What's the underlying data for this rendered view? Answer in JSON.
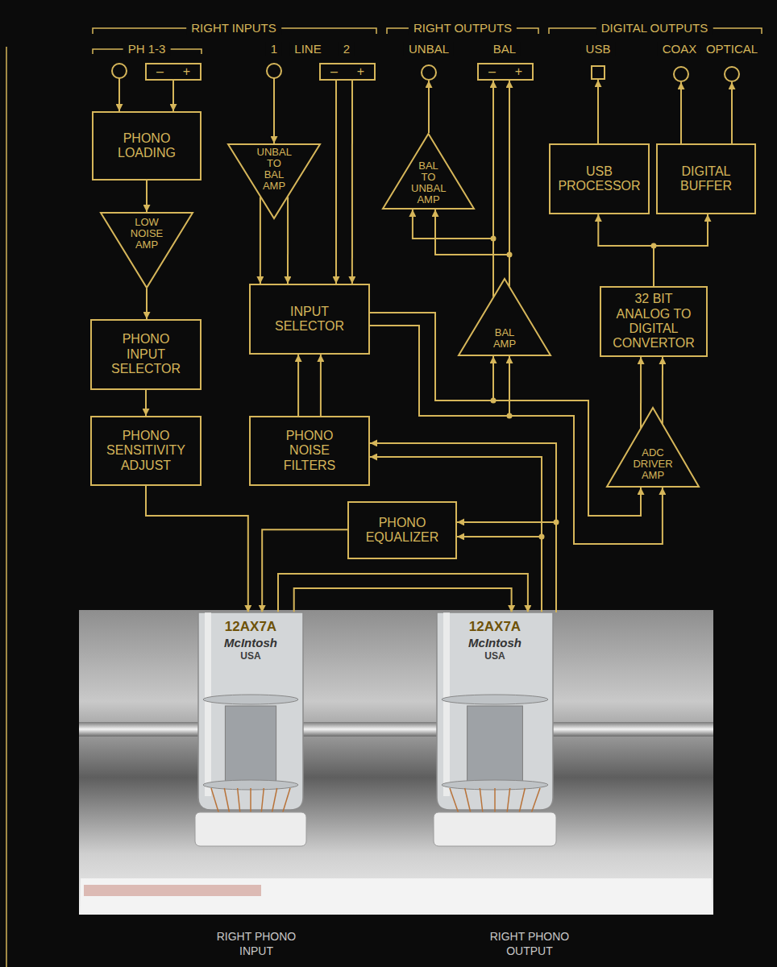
{
  "diagram": {
    "nodes": [
      {
        "text": [
          "–",
          "+"
        ]
      },
      {
        "text": [
          "PHONO LOADING"
        ]
      },
      {
        "text": [
          "LOW NOISE AMP"
        ]
      },
      {
        "text": [
          "PHONO INPUT SELECTOR"
        ]
      },
      {
        "text": [
          "PHONO SENSITIVITY ADJUST"
        ]
      },
      {
        "text": [
          "UNBAL TO BAL AMP"
        ]
      },
      {
        "text": [
          "–",
          "+"
        ]
      },
      {
        "text": [
          "INPUT SELECTOR"
        ]
      },
      {
        "text": [
          "PHONO NOISE FILTERS"
        ]
      },
      {
        "text": [
          "PHONO EQUALIZER"
        ]
      },
      {
        "text": [
          "BAL TO UNBAL AMP"
        ]
      },
      {
        "text": [
          "–",
          "+"
        ]
      },
      {
        "text": [
          "BAL AMP"
        ]
      },
      {
        "text": [
          "USB PROCESSOR"
        ]
      },
      {
        "text": [
          "DIGITAL BUFFER"
        ]
      },
      {
        "text": [
          "32 BIT ANALOG TO DIGITAL CONVERTOR"
        ]
      },
      {
        "text": [
          "ADC DRIVER AMP"
        ]
      },
      {
        "text": [
          "12AX7A",
          "McIntosh",
          "USA"
        ]
      },
      {
        "text": [
          "12AX7A",
          "McIntosh",
          "USA"
        ]
      }
    ],
    "edges": [
      {
        "from": 0,
        "to": 1,
        "arrow": "to"
      },
      {
        "from": 1,
        "to": 2,
        "arrow": "to"
      },
      {
        "from": 2,
        "to": 3,
        "arrow": "to"
      },
      {
        "from": 3,
        "to": 4,
        "arrow": "to"
      },
      {
        "from": 4,
        "to": 17,
        "arrow": "to"
      },
      {
        "from": 9,
        "to": 17,
        "arrow": "to"
      },
      {
        "from": 17,
        "to": 18,
        "arrow": "to"
      },
      {
        "from": 18,
        "to": 9,
        "arrow": "to"
      },
      {
        "from": 18,
        "to": 8,
        "arrow": "to"
      },
      {
        "from": 8,
        "to": 7,
        "arrow": "to"
      },
      {
        "from": 5,
        "to": 7,
        "arrow": "to"
      },
      {
        "from": 6,
        "to": 7,
        "arrow": "to"
      },
      {
        "from": 7,
        "to": 12,
        "arrow": "to"
      },
      {
        "from": 7,
        "to": 16,
        "arrow": "to"
      },
      {
        "from": 12,
        "to": 11,
        "arrow": "to"
      },
      {
        "from": 12,
        "to": 10,
        "arrow": "to"
      },
      {
        "from": 16,
        "to": 15,
        "arrow": "to"
      },
      {
        "from": 15,
        "to": 13,
        "arrow": "to"
      },
      {
        "from": 15,
        "to": 14,
        "arrow": "to"
      }
    ],
    "labels": [
      "RIGHT INPUTS",
      "PH 1-3",
      "1",
      "LINE",
      "2",
      "RIGHT OUTPUTS",
      "UNBAL",
      "BAL",
      "DIGITAL OUTPUTS",
      "USB",
      "COAX",
      "OPTICAL",
      "RIGHT PHONO INPUT",
      "RIGHT PHONO OUTPUT"
    ]
  }
}
